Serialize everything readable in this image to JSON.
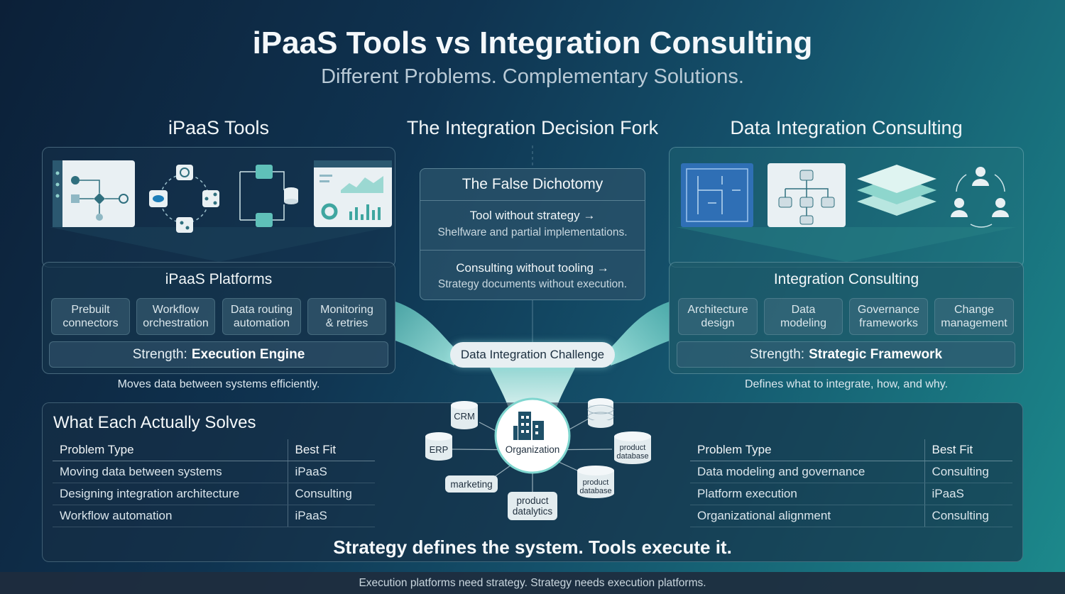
{
  "title": "iPaaS Tools vs Integration Consulting",
  "subtitle": "Different Problems. Complementary Solutions.",
  "left": {
    "heading": "iPaaS Tools",
    "panel_title": "iPaaS Platforms",
    "features": [
      "Prebuilt\nconnectors",
      "Workflow\norchestration",
      "Data routing\nautomation",
      "Monitoring\n& retries"
    ],
    "strength_prefix": "Strength:",
    "strength_value": "Execution Engine",
    "caption": "Moves data between systems efficiently."
  },
  "center": {
    "heading": "The Integration Decision Fork",
    "box_title": "The False Dichotomy",
    "item1_strong": "Tool without strategy →",
    "item1_text": "Shelfware and partial implementations.",
    "item2_strong": "Consulting without tooling →",
    "item2_text": "Strategy documents without execution.",
    "challenge": "Data Integration Challenge"
  },
  "right": {
    "heading": "Data Integration Consulting",
    "panel_title": "Integration Consulting",
    "features": [
      "Architecture\ndesign",
      "Data\nmodeling",
      "Governance\nframeworks",
      "Change\nmanagement"
    ],
    "strength_prefix": "Strength:",
    "strength_value": "Strategic Framework",
    "caption": "Defines what to integrate, how, and why."
  },
  "hub": {
    "center": "Organization",
    "crm": "CRM",
    "erp": "ERP",
    "marketing": "marketing",
    "product_datalytics": "product\ndatalytics",
    "product_database_1": "product\ndatabase",
    "product_database_2": "product\ndatabase"
  },
  "solves": {
    "heading": "What Each Actually Solves",
    "col1": "Problem Type",
    "col2": "Best Fit",
    "left_rows": [
      {
        "problem": "Moving data between systems",
        "fit": "iPaaS"
      },
      {
        "problem": "Designing integration architecture",
        "fit": "Consulting"
      },
      {
        "problem": "Workflow automation",
        "fit": "iPaaS"
      }
    ],
    "right_rows": [
      {
        "problem": "Data modeling and governance",
        "fit": "Consulting"
      },
      {
        "problem": "Platform execution",
        "fit": "iPaaS"
      },
      {
        "problem": "Organizational alignment",
        "fit": "Consulting"
      }
    ]
  },
  "tagline": "Strategy defines the system. Tools execute it.",
  "footer": "Execution platforms need strategy. Strategy needs execution platforms.",
  "colors": {
    "accent": "#7fd6cf",
    "bg_dark": "#0c2038",
    "bg_teal": "#1c8a8c"
  }
}
